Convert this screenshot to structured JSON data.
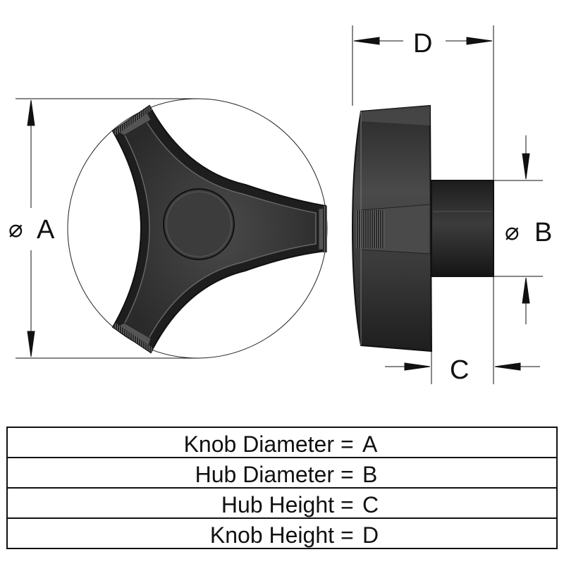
{
  "dimensions": {
    "A": "A",
    "B": "B",
    "C": "C",
    "D": "D",
    "diameter_symbol": "⌀"
  },
  "legend": [
    {
      "name": "Knob Diameter",
      "eq": "=",
      "letter": "A"
    },
    {
      "name": "Hub Diameter",
      "eq": "=",
      "letter": "B"
    },
    {
      "name": "Hub Height",
      "eq": "=",
      "letter": "C"
    },
    {
      "name": "Knob Height",
      "eq": "=",
      "letter": "D"
    }
  ],
  "colors": {
    "knob_body": "#3a3a3a",
    "knob_dark": "#1c1c1c",
    "knob_highlight": "#6a6a6a",
    "line": "#111111"
  }
}
